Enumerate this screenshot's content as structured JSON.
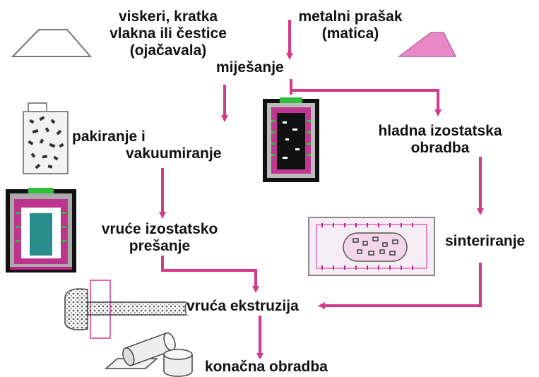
{
  "colors": {
    "arrow": "#d43a8c",
    "pile_left": "#ffffff",
    "pile_right": "#e889c6",
    "container_green": "#2fbf3a",
    "container_magenta": "#c0208a",
    "container_black": "#111111",
    "billet": "#2a8d8d"
  },
  "labels": {
    "reinforcement": [
      "viskeri, kratka",
      "vlakna ili čestice",
      "(ojačavala)"
    ],
    "matrix": [
      "metalni prašak",
      "(matica)"
    ],
    "mixing": "miješanje",
    "packing": [
      "pakiranje i",
      "vakuumiranje"
    ],
    "cold_iso": [
      "hladna izostatska",
      "obradba"
    ],
    "hot_iso": [
      "vruće izostatsko",
      "prešanje"
    ],
    "sintering": "sinteriranje",
    "extrusion": "vruća ekstruzija",
    "finishing": "konačna obradba"
  },
  "icons": {
    "reinforcement_pile": "powder-pile-icon",
    "matrix_pile": "powder-pile-icon",
    "packing_can": "canister-icon",
    "cold_press": "press-container-icon",
    "hot_press": "press-container-icon",
    "sinter_furnace": "furnace-tray-icon",
    "extrusion_die": "extrusion-rod-icon",
    "finished_parts": "cylinder-parts-icon"
  }
}
